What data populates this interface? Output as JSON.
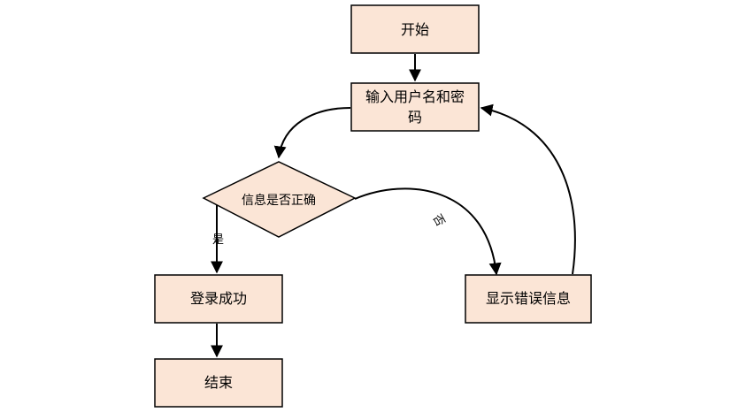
{
  "diagram": {
    "nodes": {
      "start": "开始",
      "input_line1": "输入用户名和密",
      "input_line2": "码",
      "decision": "信息是否正确",
      "success": "登录成功",
      "end": "结束",
      "error": "显示错误信息"
    },
    "edges": {
      "yes_label": "是",
      "no_label": "否"
    }
  },
  "colors": {
    "node_fill": "#fbe5d6",
    "stroke": "#000000"
  }
}
